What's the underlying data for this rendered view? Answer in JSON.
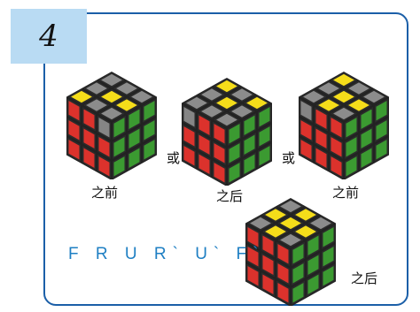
{
  "step": {
    "number": "4"
  },
  "labels": {
    "before_1": "之前",
    "after_1": "之后",
    "before_2": "之前",
    "after_2": "之后",
    "or_1": "或",
    "or_2": "或"
  },
  "formula": "F R U R` U` F`",
  "colors": {
    "frame": "#1b5fa8",
    "tab": "#b9dbf3",
    "formula": "#1e7fc3",
    "gray": "#8c8c8c",
    "yellow": "#f5dd1a",
    "red": "#e8352e",
    "green": "#45b53a"
  },
  "cubes": [
    {
      "top": [
        "g",
        "g",
        "g",
        "g",
        "y",
        "y",
        "y",
        "g",
        "g"
      ],
      "left": [
        "r",
        "r",
        "g",
        "r",
        "r",
        "r",
        "r",
        "r",
        "r"
      ],
      "right": [
        "g",
        "g",
        "g",
        "g",
        "g",
        "g",
        "g",
        "g",
        "g"
      ]
    },
    {
      "top": [
        "y",
        "g",
        "y",
        "g",
        "y",
        "g",
        "g",
        "g",
        "g"
      ],
      "left": [
        "g",
        "r",
        "r",
        "r",
        "r",
        "r",
        "r",
        "r",
        "r"
      ],
      "right": [
        "g",
        "g",
        "g",
        "g",
        "g",
        "g",
        "g",
        "g",
        "g"
      ]
    },
    {
      "top": [
        "y",
        "g",
        "g",
        "g",
        "y",
        "y",
        "g",
        "y",
        "g"
      ],
      "left": [
        "g",
        "r",
        "r",
        "r",
        "r",
        "r",
        "r",
        "r",
        "r"
      ],
      "right": [
        "g",
        "g",
        "g",
        "g",
        "g",
        "g",
        "g",
        "g",
        "g"
      ]
    },
    {
      "top": [
        "g",
        "y",
        "g",
        "y",
        "y",
        "y",
        "g",
        "y",
        "g"
      ],
      "left": [
        "r",
        "r",
        "r",
        "r",
        "r",
        "r",
        "r",
        "r",
        "r"
      ],
      "right": [
        "g",
        "g",
        "g",
        "g",
        "g",
        "g",
        "g",
        "g",
        "g"
      ]
    }
  ]
}
